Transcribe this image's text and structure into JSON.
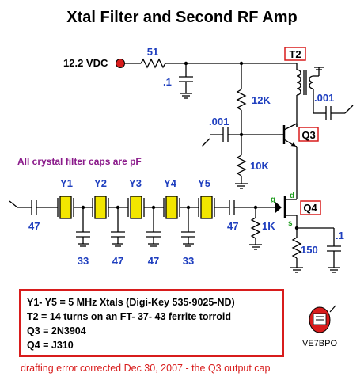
{
  "title": "Xtal Filter and Second RF Amp",
  "supply": {
    "label": "12.2 VDC"
  },
  "components": {
    "r_supply": "51",
    "c_supply": ".1",
    "t2": "T2",
    "c_out": ".001",
    "r_bias_top": "12K",
    "c_coupling": ".001",
    "q3": "Q3",
    "r_bias_bottom": "10K",
    "q4": "Q4",
    "q4_pins": {
      "g": "g",
      "d": "d",
      "s": "s"
    },
    "c_in": "47",
    "c_filter_out": "47",
    "r_gate": "1K",
    "r_source": "150",
    "c_source": ".1",
    "crystals": [
      "Y1",
      "Y2",
      "Y3",
      "Y4",
      "Y5"
    ],
    "shunt_caps": [
      "33",
      "47",
      "47",
      "33"
    ]
  },
  "caps_note": "All crystal filter caps are pF",
  "notes": [
    "Y1- Y5 = 5 MHz Xtals   (Digi-Key 535-9025-ND)",
    "T2 = 14 turns on an FT- 37- 43 ferrite torroid",
    "Q3 = 2N3904",
    "Q4 = J310"
  ],
  "callsign": "VE7BPO",
  "footer": "drafting error corrected Dec 30, 2007 - the Q3 output cap",
  "colors": {
    "crystal_fill": "#f2e600",
    "notes_border": "#d81c1c",
    "footer": "#d81c1c",
    "values": "#1f3fbf"
  }
}
